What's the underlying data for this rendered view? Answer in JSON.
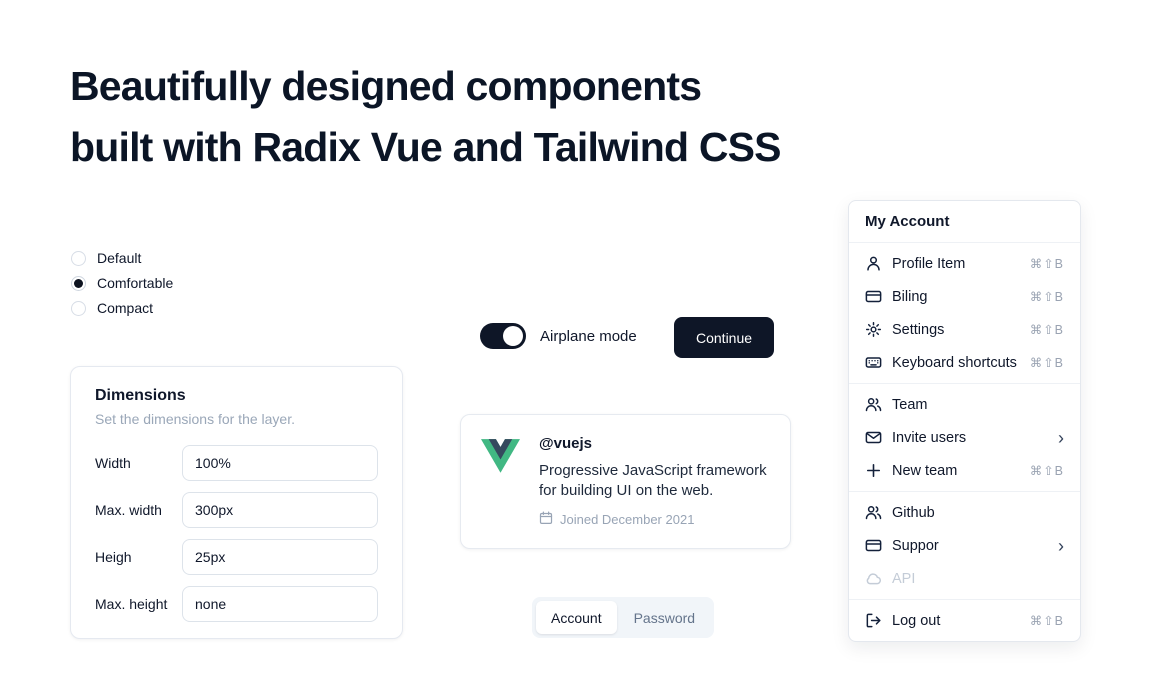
{
  "colors": {
    "accent": "#0e1627",
    "text": "#0f172a",
    "muted": "#94a3b8",
    "border": "#e2e8f0",
    "vue_green": "#41B883",
    "vue_dark": "#35495E"
  },
  "heading": {
    "line1": "Beautifully designed components",
    "line2": "built with Radix Vue and Tailwind CSS"
  },
  "radio_group": {
    "options": [
      {
        "label": "Default",
        "selected": false
      },
      {
        "label": "Comfortable",
        "selected": true
      },
      {
        "label": "Compact",
        "selected": false
      }
    ]
  },
  "dimensions_card": {
    "title": "Dimensions",
    "subtitle": "Set the dimensions for the layer.",
    "fields": [
      {
        "label": "Width",
        "value": "100%"
      },
      {
        "label": "Max. width",
        "value": "300px"
      },
      {
        "label": "Heigh",
        "value": "25px"
      },
      {
        "label": "Max. height",
        "value": "none"
      }
    ]
  },
  "airplane": {
    "label": "Airplane mode",
    "on": true
  },
  "continue_button": {
    "label": "Continue"
  },
  "vue_card": {
    "handle": "@vuejs",
    "description": "Progressive JavaScript framework for building UI on the web.",
    "joined": "Joined December 2021"
  },
  "tabs": {
    "items": [
      {
        "label": "Account",
        "active": true
      },
      {
        "label": "Password",
        "active": false
      }
    ]
  },
  "account_menu": {
    "title": "My Account",
    "groups": [
      {
        "items": [
          {
            "label": "Profile Item",
            "shortcut": "⌘⇧B"
          },
          {
            "label": "Biling",
            "shortcut": "⌘⇧B"
          },
          {
            "label": "Settings",
            "shortcut": "⌘⇧B"
          },
          {
            "label": "Keyboard shortcuts",
            "shortcut": "⌘⇧B"
          }
        ]
      },
      {
        "items": [
          {
            "label": "Team"
          },
          {
            "label": "Invite users",
            "submenu": true
          },
          {
            "label": "New team",
            "shortcut": "⌘⇧B"
          }
        ]
      },
      {
        "items": [
          {
            "label": "Github"
          },
          {
            "label": "Suppor",
            "submenu": true
          },
          {
            "label": "API",
            "disabled": true
          }
        ]
      },
      {
        "items": [
          {
            "label": "Log out",
            "shortcut": "⌘⇧B"
          }
        ]
      }
    ]
  }
}
